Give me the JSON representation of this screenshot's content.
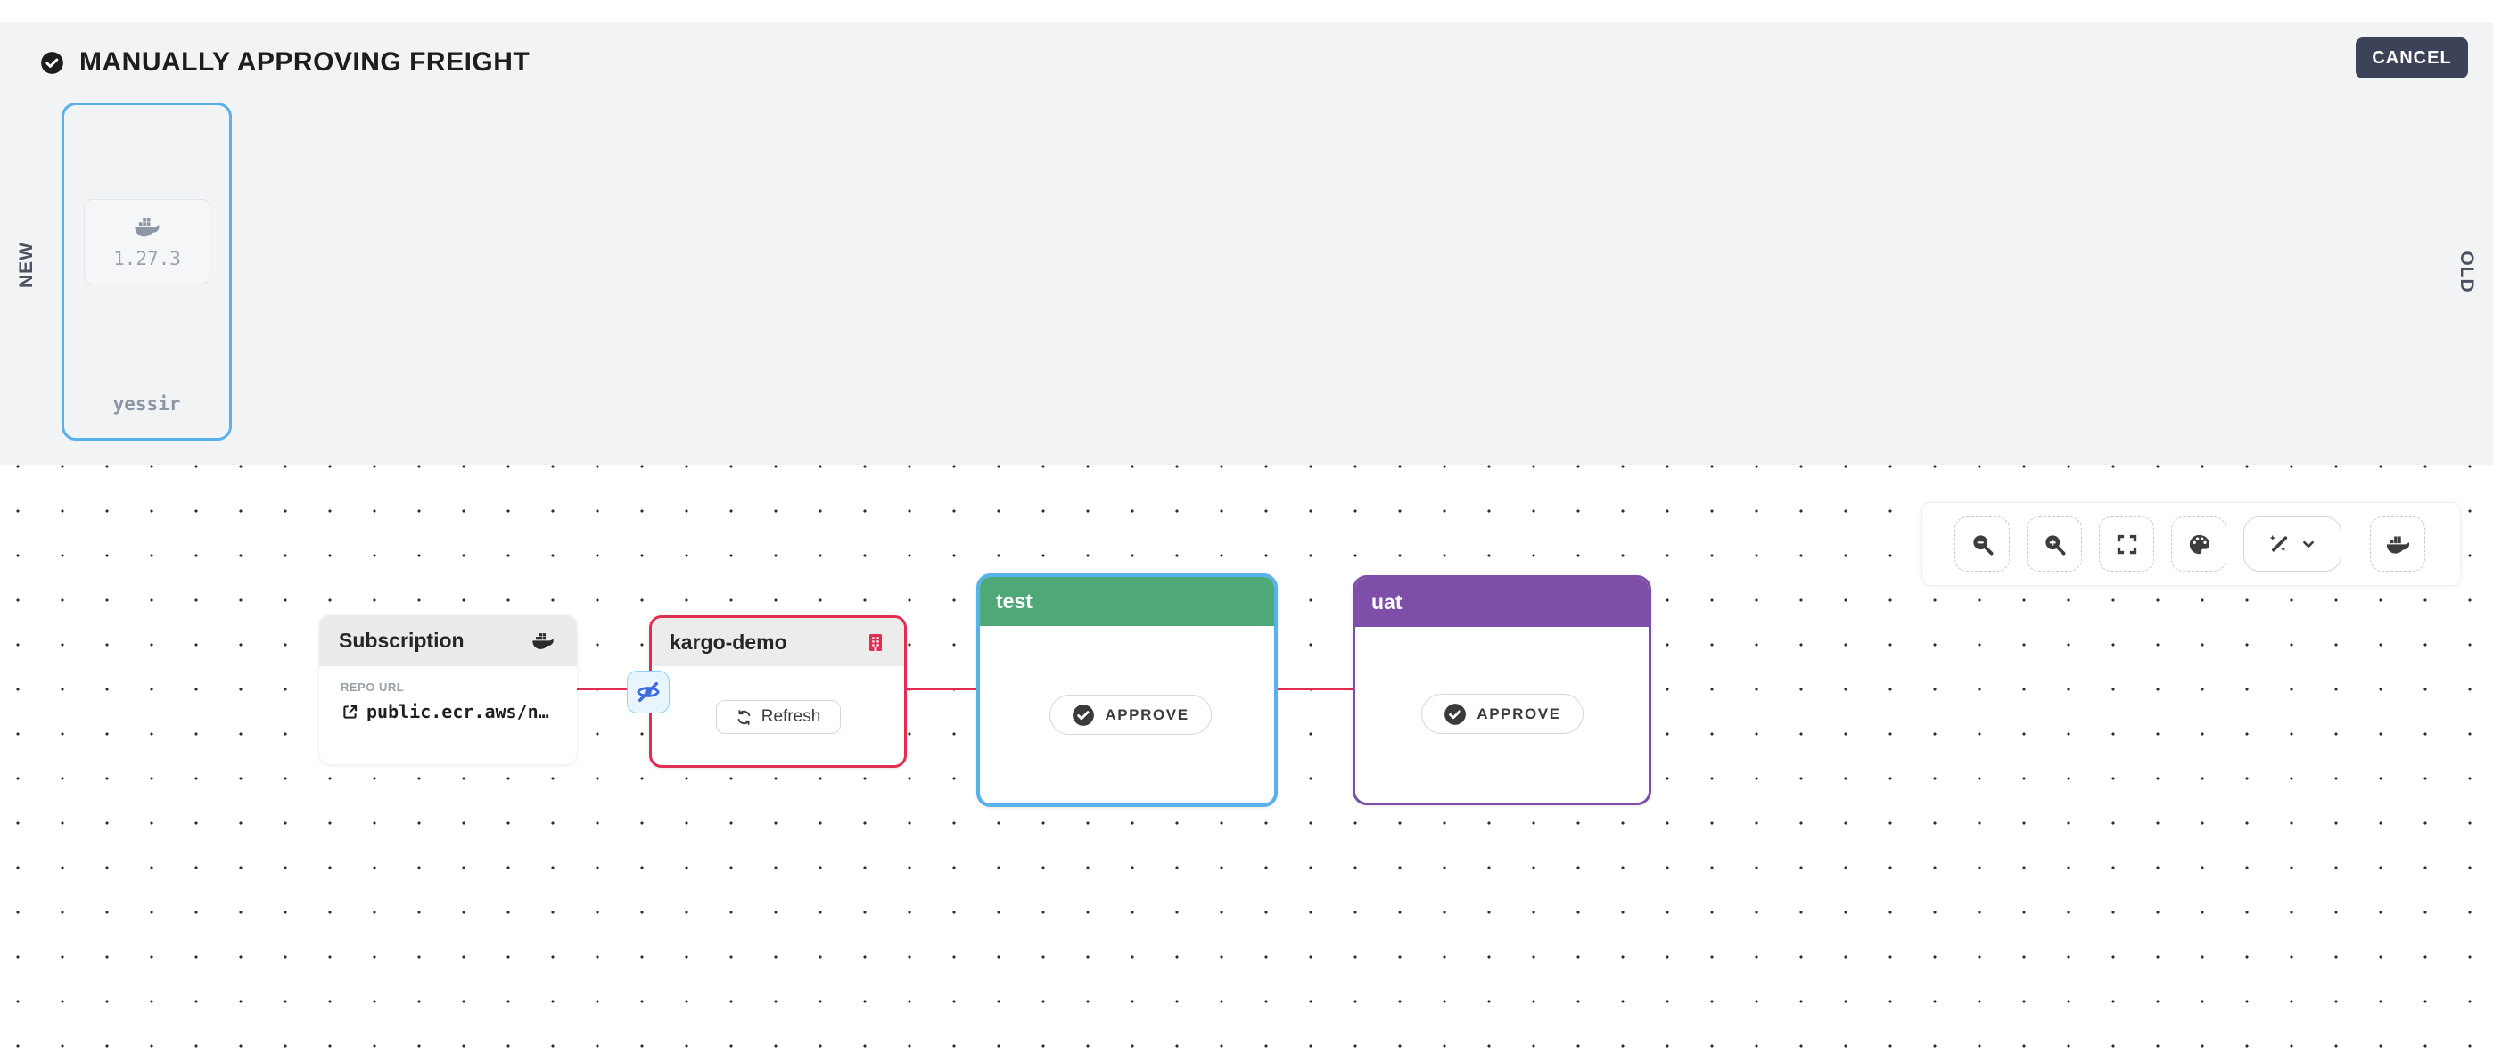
{
  "banner": {
    "title": "MANUALLY APPROVING FREIGHT",
    "cancel_label": "CANCEL"
  },
  "freight_panel": {
    "new_label": "NEW",
    "old_label": "OLD",
    "freight": {
      "version": "1.27.3",
      "alias": "yessir",
      "artifact_icon": "docker-icon"
    }
  },
  "graph": {
    "subscription": {
      "title": "Subscription",
      "icon": "docker-icon",
      "repo_url_label": "REPO URL",
      "repo_url": "public.ecr.aws/n…"
    },
    "warehouse": {
      "title": "kargo-demo",
      "icon": "warehouse-building-icon",
      "refresh_label": "Refresh",
      "badge_icon": "eye-slash-icon"
    },
    "stages": [
      {
        "name": "test",
        "header_color": "#4fa878",
        "border_color": "#57b1eb",
        "approve_label": "APPROVE"
      },
      {
        "name": "uat",
        "header_color": "#7d4fa8",
        "border_color": "#7d4fa8",
        "approve_label": "APPROVE"
      }
    ]
  },
  "toolbar": {
    "icons": [
      "zoom-out",
      "zoom-in",
      "fit-view",
      "palette",
      "wand-sparkles",
      "docker"
    ]
  },
  "colors": {
    "accent_blue": "#57b1eb",
    "stage_green": "#4fa878",
    "stage_purple": "#7d4fa8",
    "connector_red": "#e02d50",
    "cancel_bg": "#3c4257",
    "band_gray": "#f2f3f4"
  }
}
